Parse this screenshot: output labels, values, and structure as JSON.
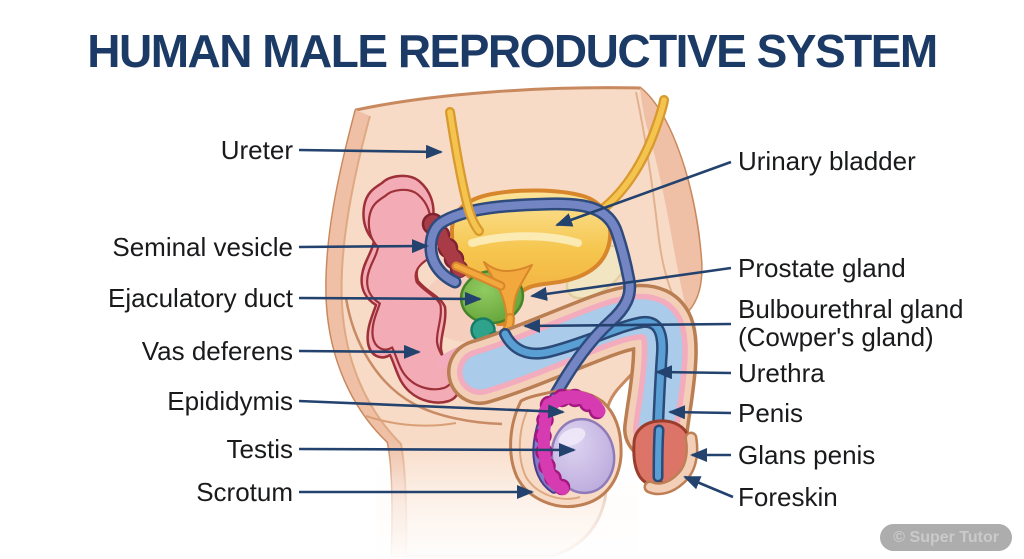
{
  "title": "HUMAN MALE REPRODUCTIVE SYSTEM",
  "diagram": {
    "type": "labeled-anatomy-illustration",
    "subject": "Sagittal cross-section of the human male reproductive system",
    "left_labels": [
      {
        "text": "Ureter"
      },
      {
        "text": "Seminal vesicle"
      },
      {
        "text": "Ejaculatory duct"
      },
      {
        "text": "Vas deferens"
      },
      {
        "text": "Epididymis"
      },
      {
        "text": "Testis"
      },
      {
        "text": "Scrotum"
      }
    ],
    "right_labels": [
      {
        "text": "Urinary bladder"
      },
      {
        "text": "Prostate gland"
      },
      {
        "text": "Bulbourethral gland",
        "subtext": "(Cowper's gland)"
      },
      {
        "text": "Urethra"
      },
      {
        "text": "Penis"
      },
      {
        "text": "Glans penis"
      },
      {
        "text": "Foreskin"
      }
    ]
  },
  "watermark": "© Super Tutor",
  "colors": {
    "title_text": "#1c3a66",
    "label_text": "#191a1c",
    "leader_arrow": "#24426e",
    "skin": "#f8dbc6",
    "skin_shade": "#efc0a6",
    "skin_outline": "#c9895f",
    "rectum": "#9c3038",
    "rectum_wall": "#f3acb6",
    "seminal_vesicle": "#a83b46",
    "bladder": "#f6c64e",
    "bladder_outline": "#d8862b",
    "ureter": "#f4c44e",
    "vas_deferens": "#7386c3",
    "vas_outline": "#2f4b7d",
    "prostate": "#6fae44",
    "ejaculatory_duct": "#f2a83c",
    "bulbourethral_gland": "#2fa28c",
    "penis_corpus": "#aacbea",
    "penis_layer_pink": "#f2acbe",
    "urethra_tube": "#5a9fd4",
    "glans": "#dc7467",
    "testis": "#bcabdf",
    "epididymis": "#d63bb1",
    "pubic_bone": "#f2e5c2",
    "watermark_bg": "#adadad",
    "watermark_text": "#cacaca"
  }
}
